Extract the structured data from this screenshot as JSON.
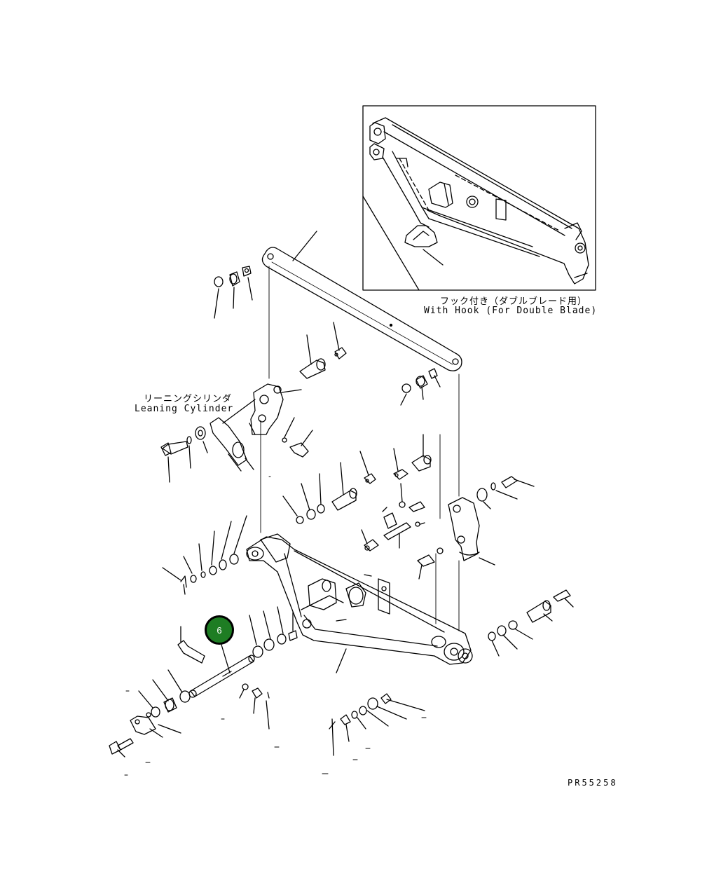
{
  "inset": {
    "caption_jp": "フック付き（ダブルブレード用）",
    "caption_en": "With Hook (For Double Blade)"
  },
  "labels": {
    "leaning_cylinder_jp": "リーニングシリンダ",
    "leaning_cylinder_en": "Leaning Cylinder"
  },
  "callout": {
    "number": "6",
    "color": "#1e7d23"
  },
  "drawing_code": "PR55258"
}
